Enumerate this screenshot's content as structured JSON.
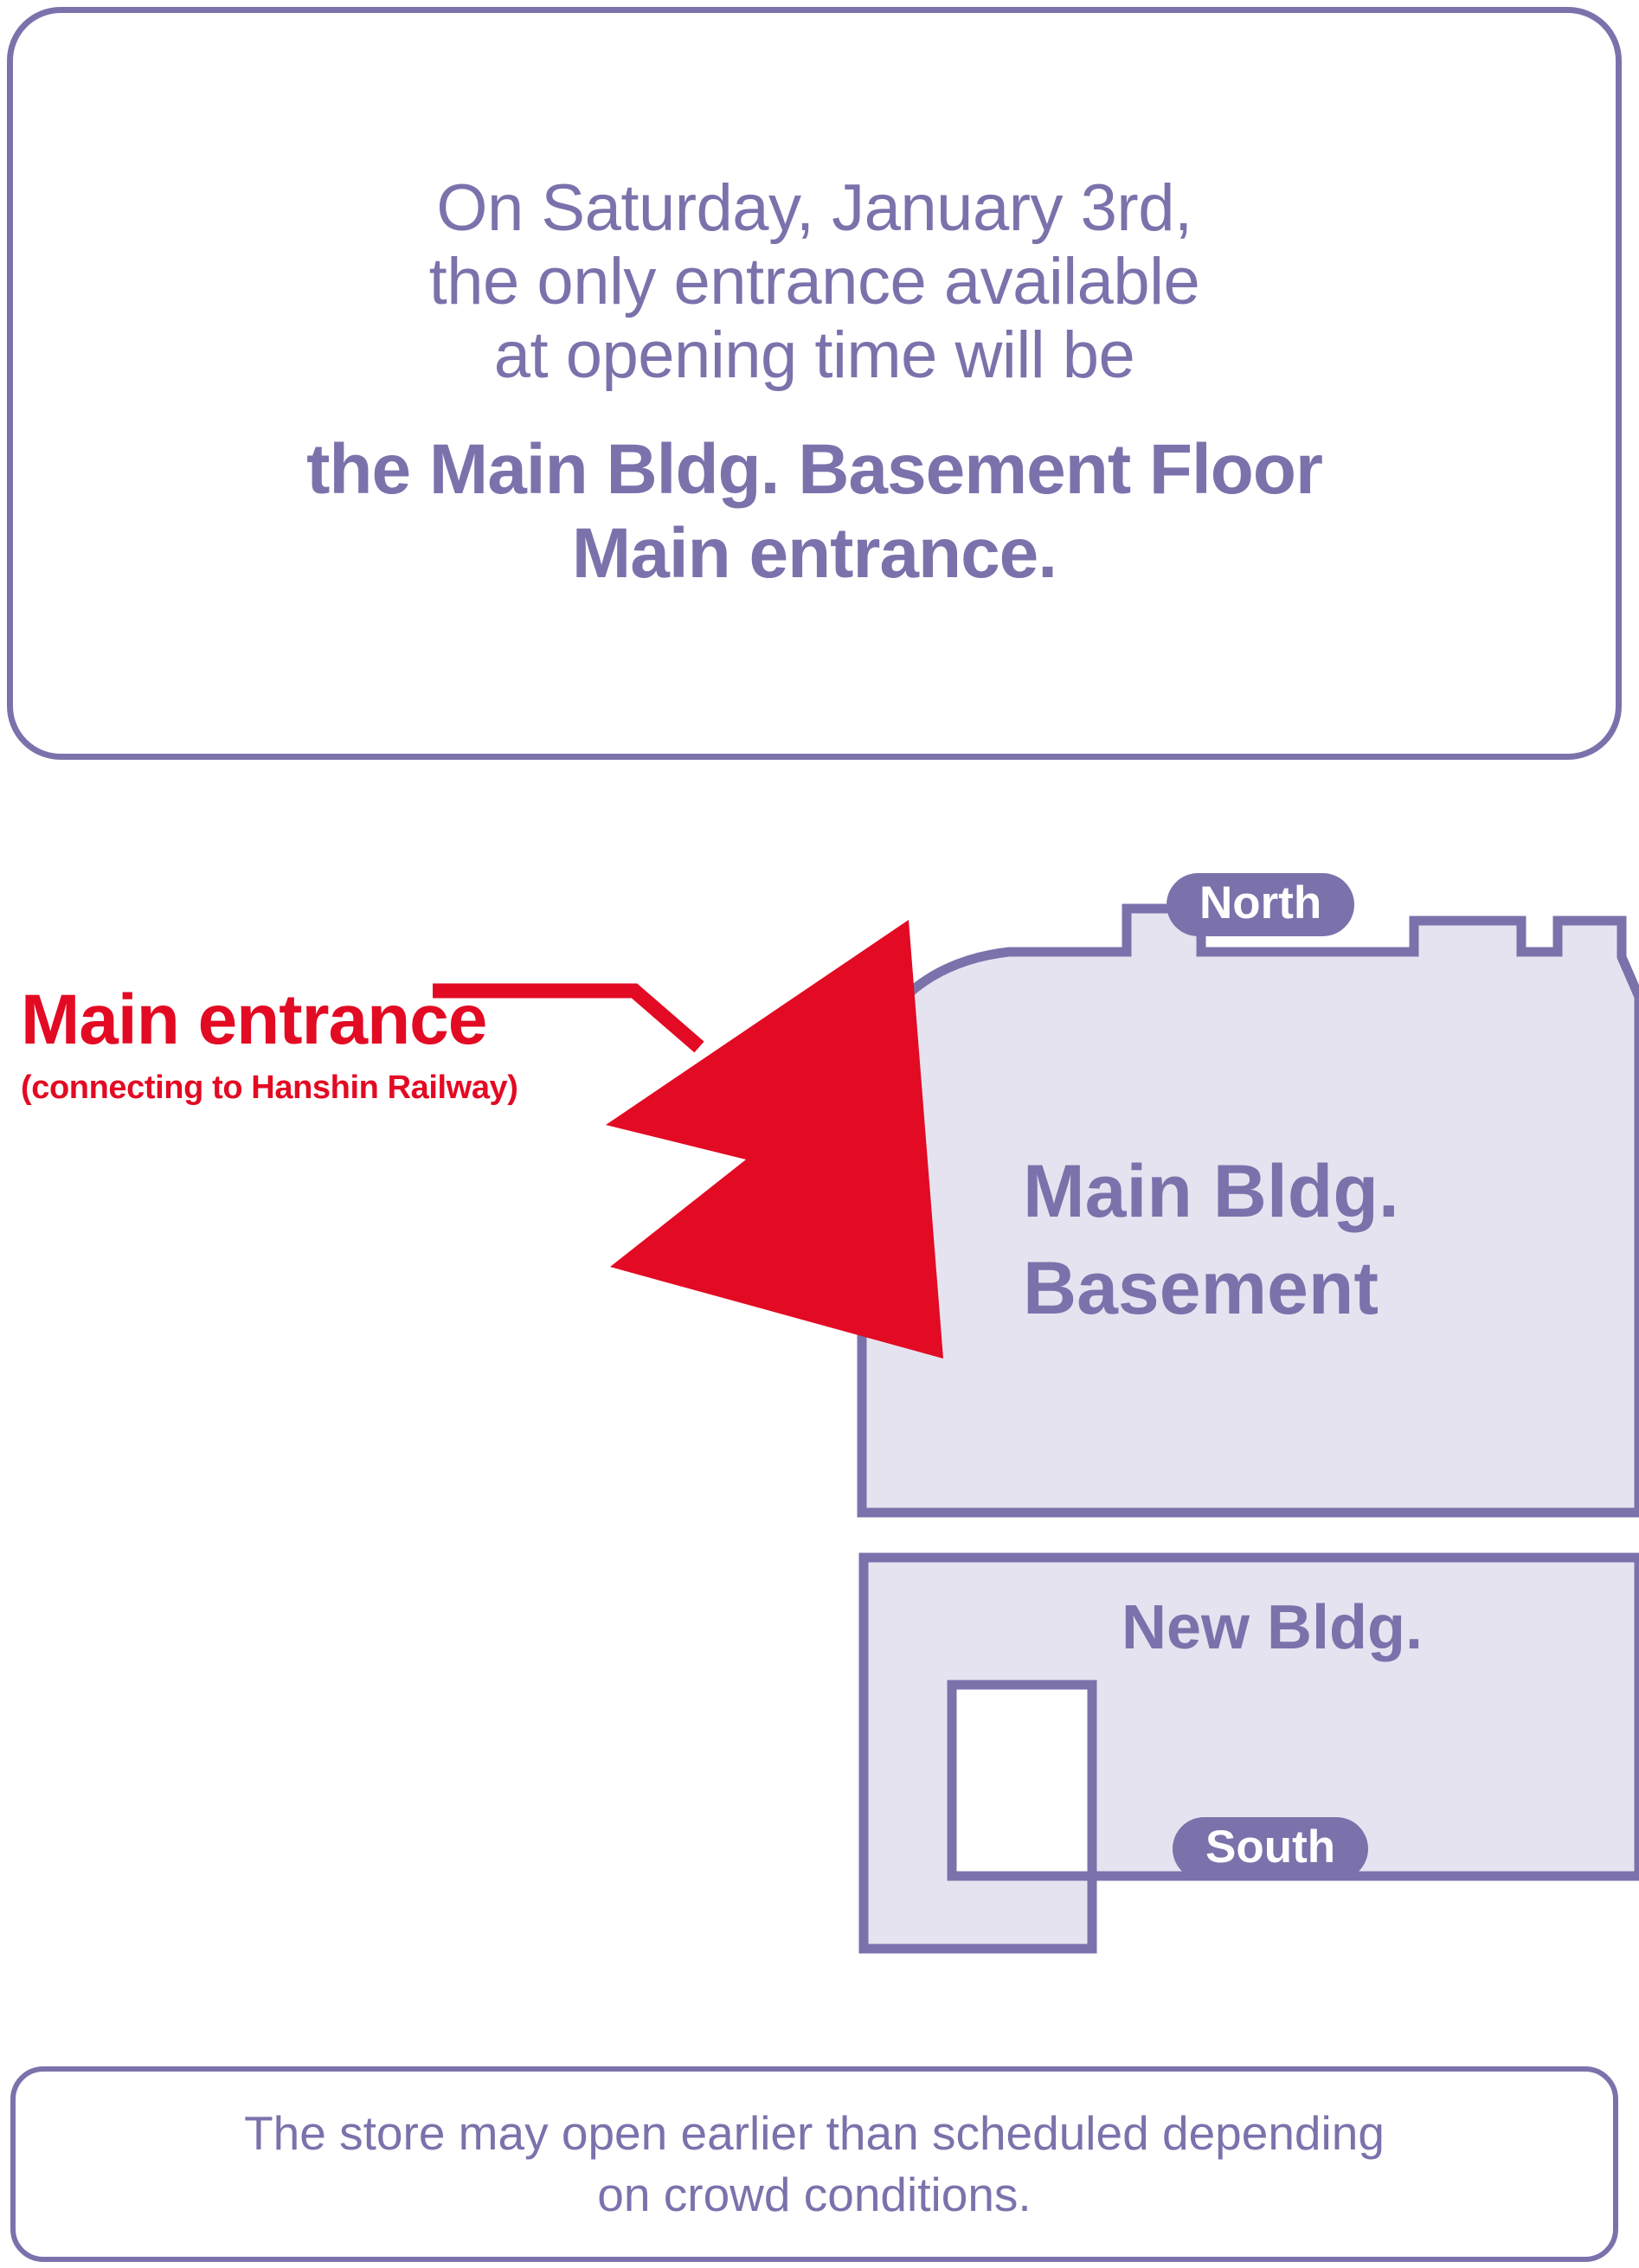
{
  "notice": {
    "lines": [
      "On Saturday, January 3rd,",
      "the only entrance available",
      "at opening time will be"
    ],
    "emphasis_lines": [
      "the Main Bldg. Basement Floor",
      "Main entrance."
    ]
  },
  "map": {
    "badges": {
      "north": "North",
      "south": "South"
    },
    "buildings": [
      {
        "id": "main-bldg",
        "label_line1": "Main Bldg.",
        "label_line2": "Basement"
      },
      {
        "id": "new-bldg",
        "label": "New Bldg."
      }
    ],
    "callout": {
      "title": "Main entrance",
      "subtitle": "(connecting to Hanshin Railway)",
      "arrow_icon": "arrow-pointer-icon"
    }
  },
  "note": {
    "lines": [
      "The store may open earlier than scheduled depending",
      "on crowd conditions."
    ]
  },
  "colors": {
    "purple": "#7b72ac",
    "purple_fill": "#e6e3f0",
    "red": "#e30a23",
    "white": "#ffffff"
  }
}
